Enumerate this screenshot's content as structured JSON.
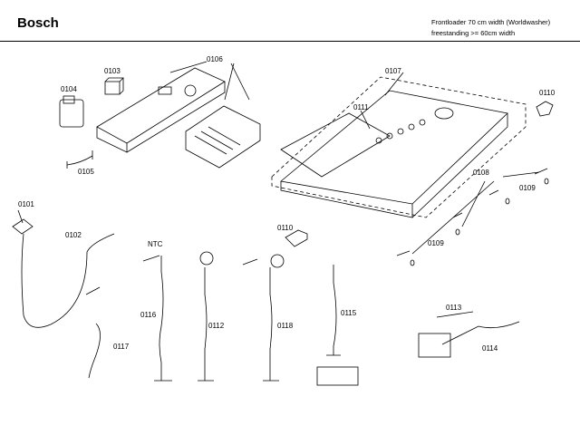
{
  "header": {
    "brand": "Bosch",
    "description_line1": "Frontloader 70 cm width (Worldwasher)",
    "description_line2": "freestanding >= 60cm width"
  },
  "parts": [
    {
      "id": "0101"
    },
    {
      "id": "0102"
    },
    {
      "id": "0103"
    },
    {
      "id": "0104"
    },
    {
      "id": "0105"
    },
    {
      "id": "0106"
    },
    {
      "id": "0107"
    },
    {
      "id": "0108"
    },
    {
      "id": "0109"
    },
    {
      "id": "0109"
    },
    {
      "id": "0110"
    },
    {
      "id": "0110"
    },
    {
      "id": "0111"
    },
    {
      "id": "0112"
    },
    {
      "id": "0113"
    },
    {
      "id": "0114"
    },
    {
      "id": "0115"
    },
    {
      "id": "0116"
    },
    {
      "id": "0117"
    },
    {
      "id": "0118"
    },
    {
      "id": "NTC"
    }
  ]
}
